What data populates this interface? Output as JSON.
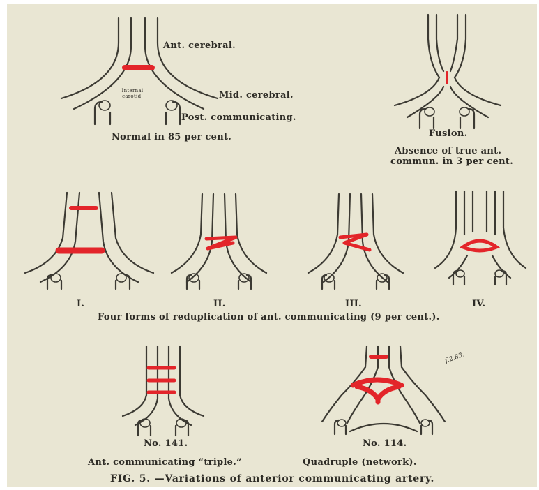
{
  "labels": {
    "ant_cerebral": "Ant. cerebral.",
    "internal_carotid": "Internal carotid.",
    "mid_cerebral": "Mid. cerebral.",
    "post_communicating": "Post. communicating.",
    "normal": "Normal in 85 per cent.",
    "fusion": "Fusion.",
    "absence_line1": "Absence of true ant.",
    "absence_line2": "commun. in 3 per cent.",
    "roman_1": "I.",
    "roman_2": "II.",
    "roman_3": "III.",
    "roman_4": "IV.",
    "reduplication": "Four forms of reduplication of ant. communicating (9 per cent.).",
    "no141": "No. 141.",
    "no114": "No. 114.",
    "triple": "Ant. communicating “triple.”",
    "quadruple": "Quadruple (network).",
    "figure_caption": "FIG. 5. —Variations of anterior communicating artery."
  },
  "signature": "f.2.83.",
  "colors": {
    "background": "#e9e6d3",
    "line": "#3c3a33",
    "highlight": "#e3252a"
  }
}
